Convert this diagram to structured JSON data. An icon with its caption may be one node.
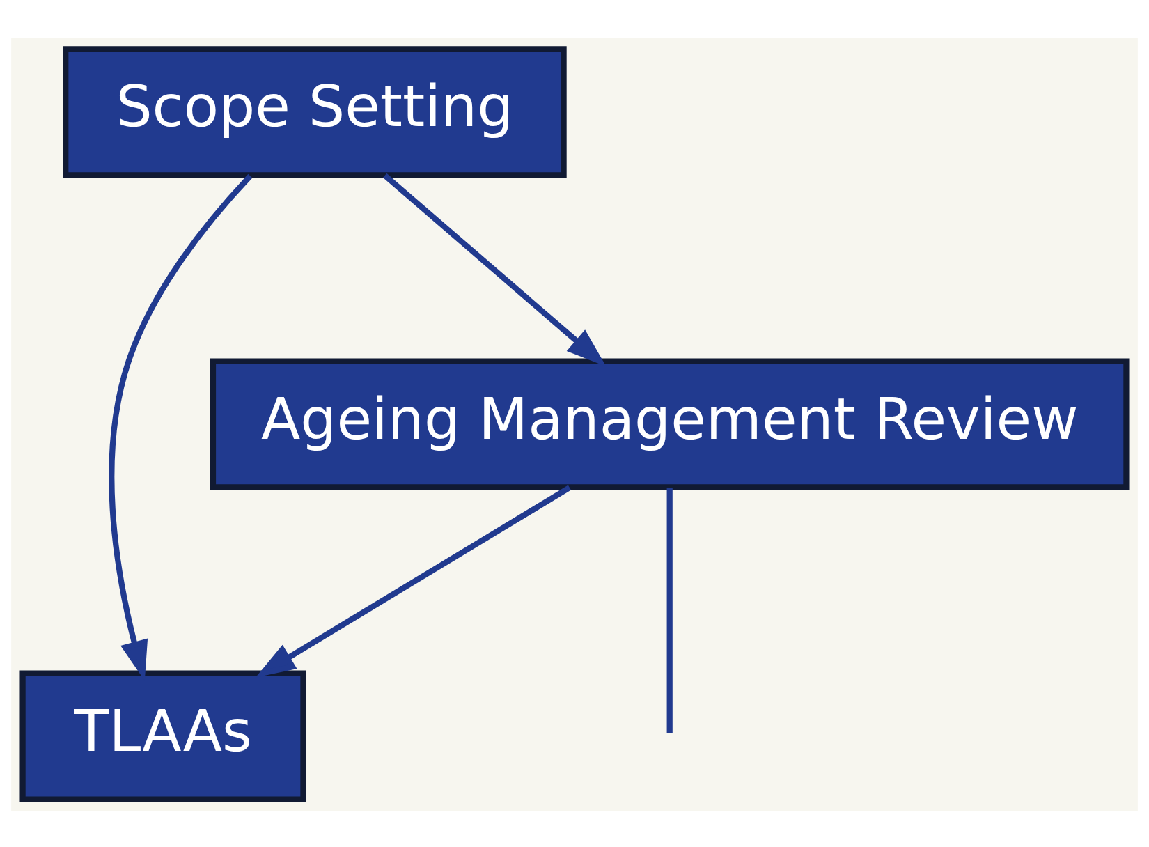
{
  "diagram": {
    "nodes": [
      {
        "text": [
          "Scope Setting"
        ]
      },
      {
        "text": [
          "Ageing Management Review"
        ]
      },
      {
        "text": [
          "TLAAs"
        ]
      }
    ],
    "edges": [
      {
        "from": 0,
        "to": 1,
        "arrow": "to"
      },
      {
        "from": 0,
        "to": 2,
        "arrow": "to"
      },
      {
        "from": 1,
        "to": 2,
        "arrow": "to"
      },
      {
        "from": 1,
        "to": null,
        "arrow": "none"
      }
    ]
  }
}
